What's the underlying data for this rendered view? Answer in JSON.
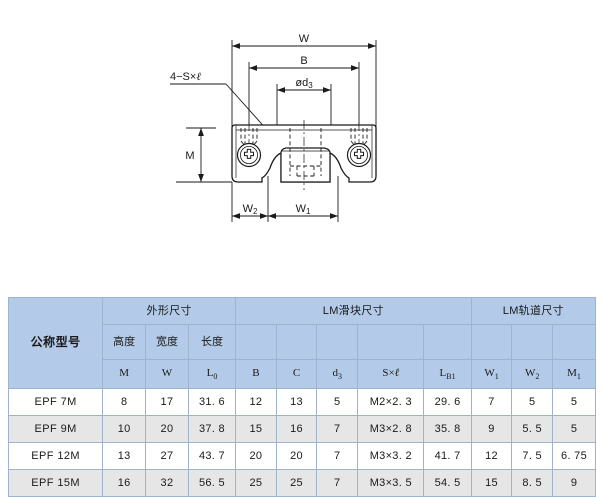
{
  "drawing": {
    "labels": {
      "overall_width": "W",
      "bolt_span": "B",
      "counterbore_dia": "ød",
      "counterbore_dia_sub": "3",
      "height": "M",
      "rail_width": "W",
      "rail_width_sub": "1",
      "edge_offset": "W",
      "edge_offset_sub": "2",
      "thread_callout": "4−S×",
      "thread_callout_ital": "ℓ"
    }
  },
  "table": {
    "groups": [
      {
        "label": "",
        "span": 1
      },
      {
        "label": "外形尺寸",
        "span": 3
      },
      {
        "label": "LM滑块尺寸",
        "span": 5
      },
      {
        "label": "LM轨道尺寸",
        "span": 3
      }
    ],
    "model_header": "公称型号",
    "cn_headers": [
      "高度",
      "宽度",
      "长度",
      "",
      "",
      "",
      "",
      "",
      "",
      "",
      ""
    ],
    "symbols": [
      {
        "base": "M",
        "sub": "",
        "ital": ""
      },
      {
        "base": "W",
        "sub": "",
        "ital": ""
      },
      {
        "base": "L",
        "sub": "0",
        "ital": ""
      },
      {
        "base": "B",
        "sub": "",
        "ital": ""
      },
      {
        "base": "C",
        "sub": "",
        "ital": ""
      },
      {
        "base": "d",
        "sub": "3",
        "ital": ""
      },
      {
        "base": "S×",
        "sub": "",
        "ital": "ℓ"
      },
      {
        "base": "L",
        "sub": "B1",
        "ital": ""
      },
      {
        "base": "W",
        "sub": "1",
        "ital": ""
      },
      {
        "base": "W",
        "sub": "2",
        "ital": ""
      },
      {
        "base": "M",
        "sub": "1",
        "ital": ""
      }
    ],
    "rows": [
      {
        "model": "EPF  7M",
        "values": [
          "8",
          "17",
          "31. 6",
          "12",
          "13",
          "5",
          "M2×2. 3",
          "29. 6",
          "7",
          "5",
          "5"
        ]
      },
      {
        "model": "EPF  9M",
        "values": [
          "10",
          "20",
          "37. 8",
          "15",
          "16",
          "7",
          "M3×2. 8",
          "35. 8",
          "9",
          "5. 5",
          "5"
        ]
      },
      {
        "model": "EPF  12M",
        "values": [
          "13",
          "27",
          "43. 7",
          "20",
          "20",
          "7",
          "M3×3. 2",
          "41. 7",
          "12",
          "7. 5",
          "6. 75"
        ]
      },
      {
        "model": "EPF  15M",
        "values": [
          "16",
          "32",
          "56. 5",
          "25",
          "25",
          "7",
          "M3×3. 5",
          "54. 5",
          "15",
          "8. 5",
          "9"
        ]
      }
    ]
  },
  "colors": {
    "header_bg": "#b3cbe8",
    "border": "#9fb4cc",
    "row_even_bg": "#e6e6e6",
    "row_odd_bg": "#ffffff",
    "line": "#1a1a1a"
  }
}
